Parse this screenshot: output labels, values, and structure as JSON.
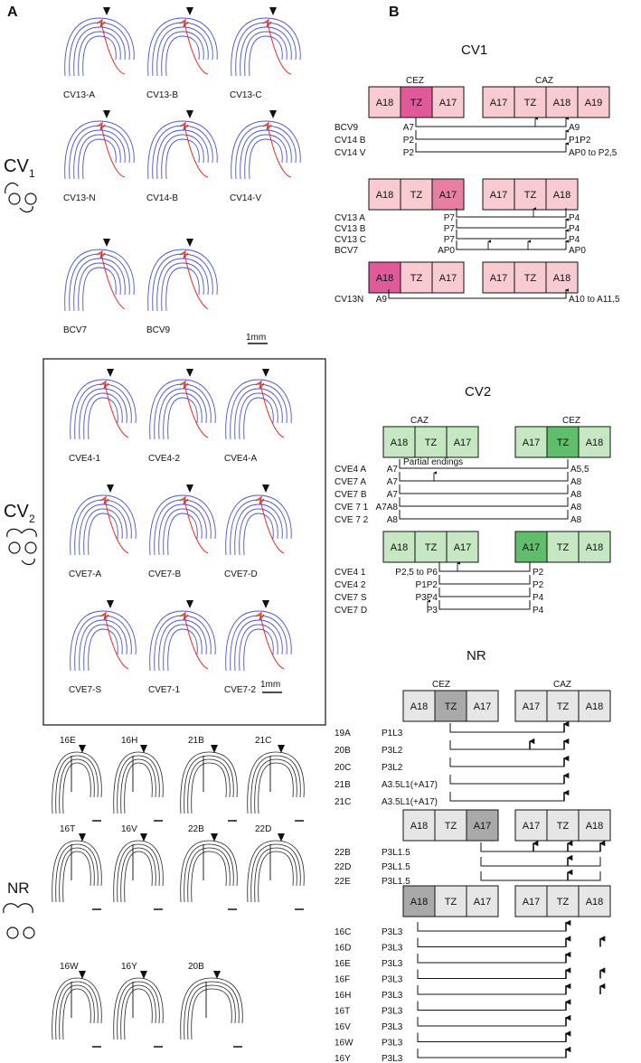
{
  "panel_a": {
    "letter": "A",
    "cv1": {
      "label": "CV",
      "sub": "1",
      "thumbs": [
        "CV13-A",
        "CV13-B",
        "CV13-C",
        "CV13-N",
        "CV14-B",
        "CV14-V",
        "BCV7",
        "BCV9"
      ],
      "scale": "1mm"
    },
    "cv2": {
      "label": "CV",
      "sub": "2",
      "thumbs": [
        "CVE4-1",
        "CVE4-2",
        "CVE4-A",
        "CVE7-A",
        "CVE7-B",
        "CVE7-D",
        "CVE7-S",
        "CVE7-1",
        "CVE7-2"
      ],
      "scale": "1mm"
    },
    "nr": {
      "label": "NR",
      "thumbs": [
        "16E",
        "16H",
        "21B",
        "21C",
        "16T",
        "16V",
        "22B",
        "22D",
        "16W",
        "16Y",
        "20B"
      ]
    }
  },
  "panel_b": {
    "letter": "B",
    "cv1": {
      "title": "CV1",
      "cez": "CEZ",
      "caz": "CAZ",
      "boxes1": [
        "A18",
        "TZ",
        "A17",
        "A17",
        "TZ",
        "A18",
        "A19"
      ],
      "rows1": [
        {
          "id": "BCV9",
          "start": "A7",
          "end": "A9"
        },
        {
          "id": "CV14 B",
          "start": "P2",
          "end": "P1P2"
        },
        {
          "id": "CV14 V",
          "start": "P2",
          "end": "AP0 to P2,5"
        }
      ],
      "boxes2": [
        "A18",
        "TZ",
        "A17",
        "A17",
        "TZ",
        "A18"
      ],
      "rows2": [
        {
          "id": "CV13 A",
          "start": "P7",
          "end": "P4"
        },
        {
          "id": "CV13 B",
          "start": "P7",
          "end": "P4"
        },
        {
          "id": "CV13 C",
          "start": "P7",
          "end": "P4"
        },
        {
          "id": "BCV7",
          "start": "AP0",
          "end": "AP0"
        }
      ],
      "boxes3": [
        "A18",
        "TZ",
        "A17",
        "A17",
        "TZ",
        "A18"
      ],
      "rows3": [
        {
          "id": "CV13N",
          "start": "A9",
          "end": "A10 to A11,5"
        }
      ]
    },
    "cv2": {
      "title": "CV2",
      "caz": "CAZ",
      "cez": "CEZ",
      "boxes1": [
        "A18",
        "TZ",
        "A17",
        "A17",
        "TZ",
        "A18"
      ],
      "note": "Partial endings",
      "rows1": [
        {
          "id": "CVE4 A",
          "start": "A7",
          "end": "A5,5"
        },
        {
          "id": "CVE7 A",
          "start": "A7",
          "end": "A8"
        },
        {
          "id": "CVE7 B",
          "start": "A7",
          "end": "A8"
        },
        {
          "id": "CVE 7 1",
          "start": "A7A8",
          "end": "A8"
        },
        {
          "id": "CVE 7 2",
          "start": "A8",
          "end": "A8"
        }
      ],
      "boxes2": [
        "A18",
        "TZ",
        "A17",
        "A17",
        "TZ",
        "A18"
      ],
      "rows2": [
        {
          "id": "CVE4 1",
          "start": "P2,5 to P6",
          "end": "P2"
        },
        {
          "id": "CVE4 2",
          "start": "P1P2",
          "end": "P2"
        },
        {
          "id": "CVE7 S",
          "start": "P3P4",
          "end": "P4"
        },
        {
          "id": "CVE7 D",
          "start": "P3",
          "end": "P4"
        }
      ]
    },
    "nr": {
      "title": "NR",
      "cez": "CEZ",
      "caz": "CAZ",
      "boxes1": [
        "A18",
        "TZ",
        "A17",
        "A17",
        "TZ",
        "A18"
      ],
      "rows1": [
        {
          "id": "19A",
          "code": "P1L3"
        },
        {
          "id": "20B",
          "code": "P3L2"
        },
        {
          "id": "20C",
          "code": "P3L2"
        },
        {
          "id": "21B",
          "code": "A3.5L1(+A17)"
        },
        {
          "id": "21C",
          "code": "A3.5L1(+A17)"
        }
      ],
      "boxes2": [
        "A18",
        "TZ",
        "A17",
        "A17",
        "TZ",
        "A18"
      ],
      "rows2": [
        {
          "id": "22B",
          "code": "P3L1.5"
        },
        {
          "id": "22D",
          "code": "P3L1.5"
        },
        {
          "id": "22E",
          "code": "P3L1.5"
        }
      ],
      "boxes3": [
        "A18",
        "TZ",
        "A17",
        "A17",
        "TZ",
        "A18"
      ],
      "rows3": [
        {
          "id": "16C",
          "code": "P3L3"
        },
        {
          "id": "16D",
          "code": "P3L3"
        },
        {
          "id": "16E",
          "code": "P3L3"
        },
        {
          "id": "16F",
          "code": "P3L3"
        },
        {
          "id": "16H",
          "code": "P3L3"
        },
        {
          "id": "16T",
          "code": "P3L3"
        },
        {
          "id": "16V",
          "code": "P3L3"
        },
        {
          "id": "16W",
          "code": "P3L3"
        },
        {
          "id": "16Y",
          "code": "P3L3"
        }
      ]
    }
  },
  "colors": {
    "cv1_light": "#f7cbd0",
    "cv1_mid": "#e87fa3",
    "cv1_dark": "#e05a9a",
    "cv2_light": "#c5e8c2",
    "cv2_dark": "#5fbd6b",
    "nr_light": "#e6e6e6",
    "nr_dark": "#a9a9a9",
    "axon": "#e2312e",
    "contour": "#4a55c8"
  }
}
